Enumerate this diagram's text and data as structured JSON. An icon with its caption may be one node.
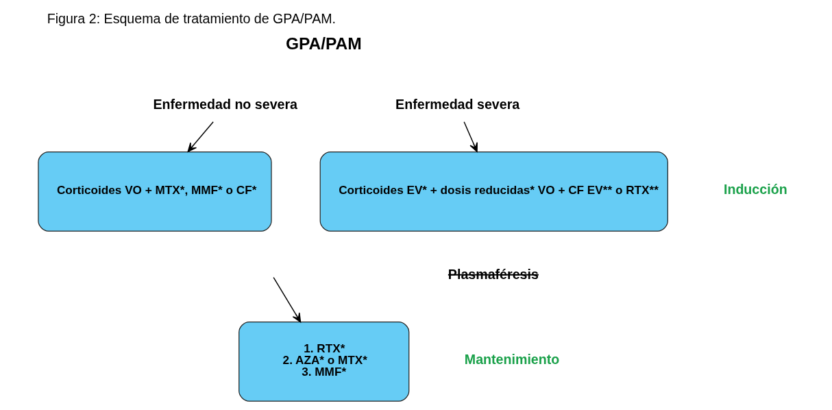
{
  "diagram": {
    "title": "Figura 2: Esquema de tratamiento de GPA/PAM.",
    "nodes": [
      {
        "text": [
          "Enfermedad no severa"
        ]
      },
      {
        "text": [
          "Enfermedad severa"
        ]
      },
      {
        "text": [
          "Corticoides VO + MTX*, MMF* o CF*"
        ]
      },
      {
        "text": [
          "Corticoides EV* + dosis reducidas* VO + CF EV** o RTX**"
        ]
      },
      {
        "text": [
          "1. RTX*",
          "2. AZA* o MTX*",
          "3. MMF*"
        ]
      }
    ],
    "edges": [
      {
        "from": 0,
        "to": 2,
        "arrow": "to"
      },
      {
        "from": 1,
        "to": 3,
        "arrow": "to"
      },
      {
        "from": null,
        "to": 4,
        "arrow": "to"
      }
    ],
    "labels": [
      "GPA/PAM",
      "Plasmaféresis",
      "Inducción",
      "Mantenimiento"
    ]
  }
}
